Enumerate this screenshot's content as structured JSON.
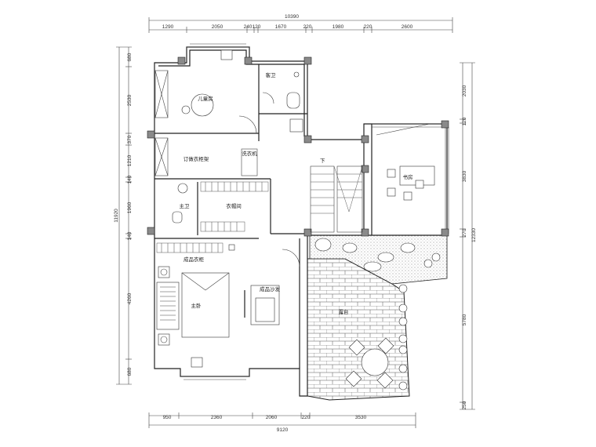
{
  "dimensions": {
    "top_total": "10390",
    "top_segments": [
      "1290",
      "2050",
      "240",
      "120",
      "1670",
      "220",
      "1980",
      "220",
      "2600"
    ],
    "bottom_total": "9120",
    "bottom_segments": [
      "950",
      "2360",
      "2060",
      "220",
      "3530"
    ],
    "left_total": "11920",
    "left_segments": [
      "680",
      "2530",
      "370",
      "1210",
      "140",
      "1960",
      "140",
      "4260",
      "680"
    ],
    "right_total": "12330",
    "right_segments": [
      "2030",
      "120",
      "3830",
      "270",
      "5780",
      "250"
    ]
  },
  "rooms": {
    "childrens_room": "儿童房",
    "guest_bath": "客卫",
    "walk_in_wardrobe": "订做衣柜架",
    "laundry": "洗衣机",
    "master_bath": "主卫",
    "cloakroom": "衣帽间",
    "finished_wardrobe": "成品衣柜",
    "master_bedroom": "主卧",
    "leisure_sofa": "成品沙发",
    "study": "书房",
    "terrace": "露台",
    "stair_down": "下"
  }
}
